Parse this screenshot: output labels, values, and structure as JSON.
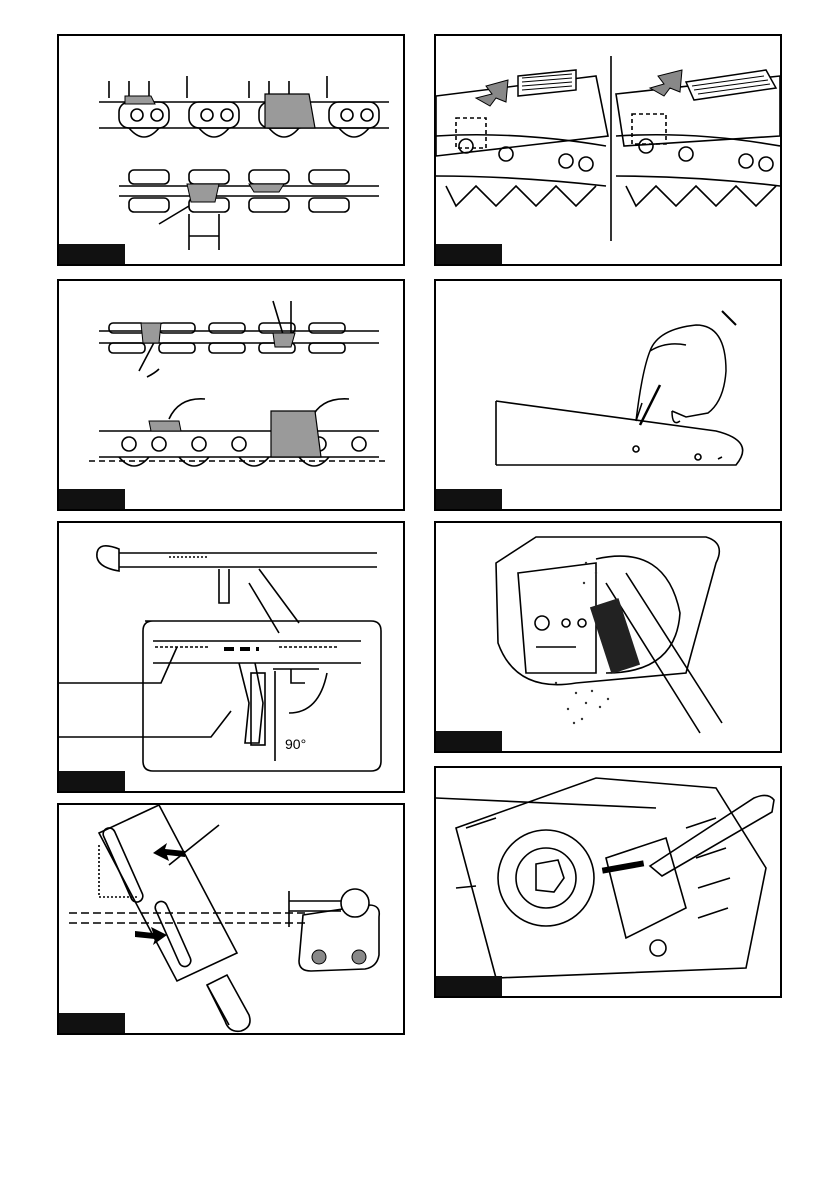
{
  "panels": [
    {
      "id": "p1",
      "labels": {}
    },
    {
      "id": "p2",
      "labels": {}
    },
    {
      "id": "p3",
      "labels": {}
    },
    {
      "id": "p4",
      "labels": {}
    },
    {
      "id": "p5",
      "labels": {
        "angle": "90°"
      }
    },
    {
      "id": "p6",
      "labels": {}
    },
    {
      "id": "p7",
      "labels": {}
    },
    {
      "id": "p8",
      "labels": {}
    }
  ],
  "colors": {
    "line": "#000000",
    "cutter_fill": "#9a9a9a",
    "tab": "#111111"
  },
  "icons": [
    "chain-icon",
    "file-icon",
    "file-guide-icon",
    "hand-icon",
    "guide-bar-icon",
    "brush-icon",
    "screwdriver-icon",
    "sprocket-icon",
    "arrow-icon"
  ]
}
